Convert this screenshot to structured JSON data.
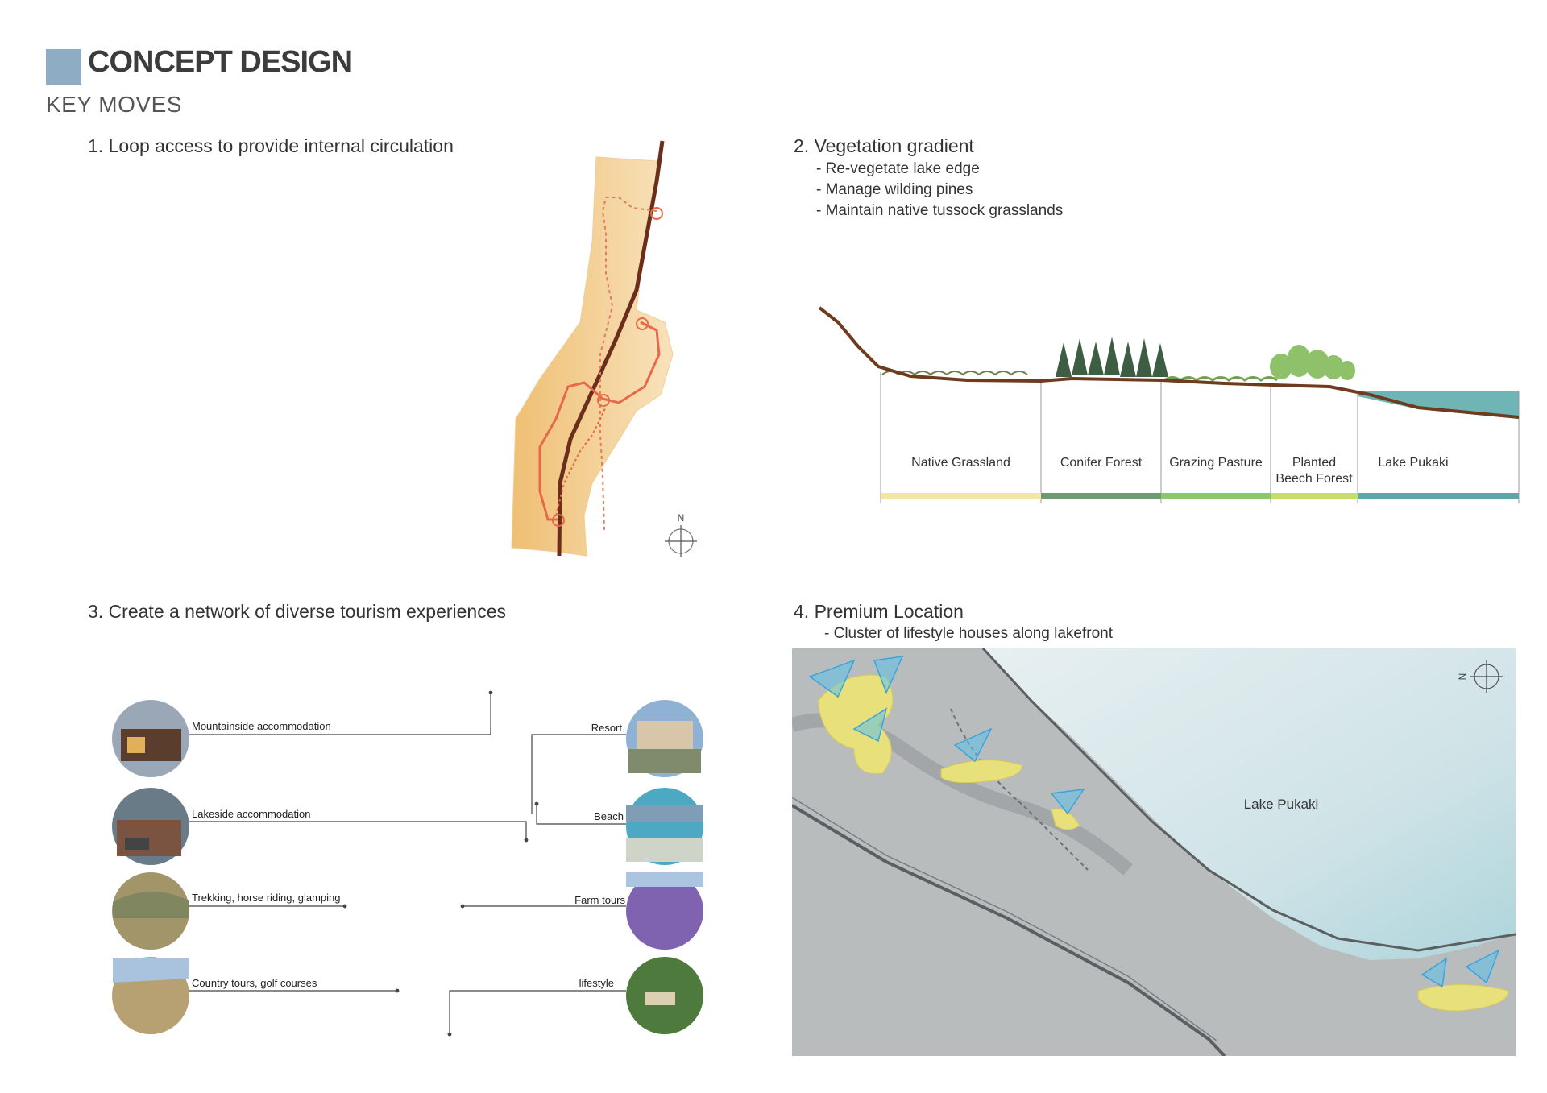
{
  "header": {
    "title": "CONCEPT DESIGN",
    "subtitle": "KEY MOVES"
  },
  "section1": {
    "title": "1. Loop access to provide internal circulation",
    "north": "N"
  },
  "section2": {
    "title": "2. Vegetation gradient",
    "bullets": [
      "- Re-vegetate lake edge",
      "- Manage wilding pines",
      "- Maintain native tussock grasslands"
    ],
    "zones": [
      {
        "label": "Native Grassland",
        "color": "#f2e6a6"
      },
      {
        "label": "Conifer Forest",
        "color": "#6f9a73"
      },
      {
        "label": "Grazing Pasture",
        "color": "#8cc86a"
      },
      {
        "label": "Planted\nBeech Forest",
        "color": "#c8dc6a"
      },
      {
        "label": "Lake Pukaki",
        "color": "#5ea6a8"
      }
    ]
  },
  "section3": {
    "title": "3. Create a network of diverse tourism experiences",
    "left_items": [
      "Mountainside accommodation",
      "Lakeside accommodation",
      "Trekking, horse riding, glamping",
      "Country tours, golf courses"
    ],
    "right_items": [
      "Resort",
      "Beach",
      "Farm tours",
      "lifestyle"
    ]
  },
  "section4": {
    "title": "4. Premium Location",
    "bullets": [
      "- Cluster of lifestyle houses along lakefront"
    ],
    "lake_label": "Lake Pukaki",
    "north": "N"
  },
  "colors": {
    "accent": "#8eacc4",
    "route": "#6b2e1a",
    "loop": "#e8694a",
    "site": "#f3cf8f"
  }
}
